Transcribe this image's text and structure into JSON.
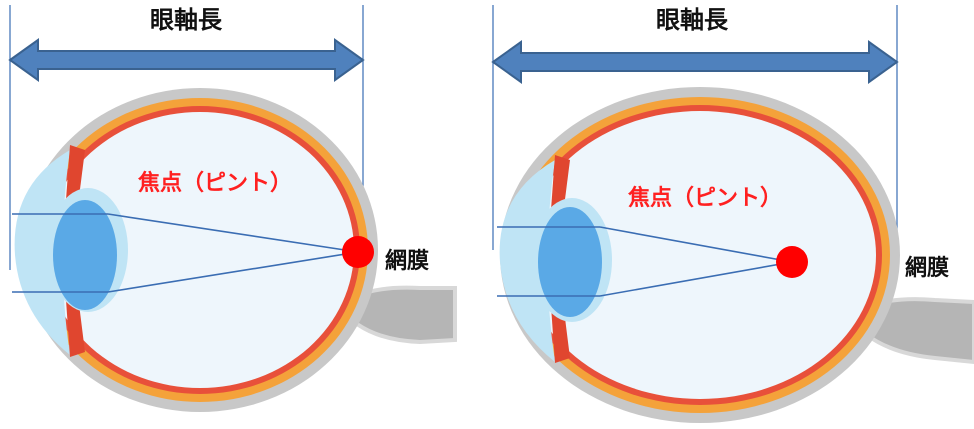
{
  "panels": [
    {
      "axial_length_label": "眼軸長",
      "focus_label": "焦点（ピント）",
      "retina_label": "網膜",
      "focus_on_retina": true
    },
    {
      "axial_length_label": "眼軸長",
      "focus_label": "焦点（ピント）",
      "retina_label": "網膜",
      "focus_on_retina": false
    }
  ],
  "colors": {
    "arrow_fill": "#4f81bd",
    "arrow_stroke": "#3a6290",
    "sclera": "#c8c8c8",
    "choroid": "#f4a23a",
    "retina_layer": "#e8503a",
    "vitreous": "#eef6fc",
    "lens": "#5aa9e6",
    "cornea": "#bfe4f5",
    "iris": "#e0462f",
    "ray_line": "#3a6db3",
    "focus_point": "#ff0000",
    "focus_label_color": "#ff2020",
    "optic_nerve": "#b5b5b5"
  }
}
